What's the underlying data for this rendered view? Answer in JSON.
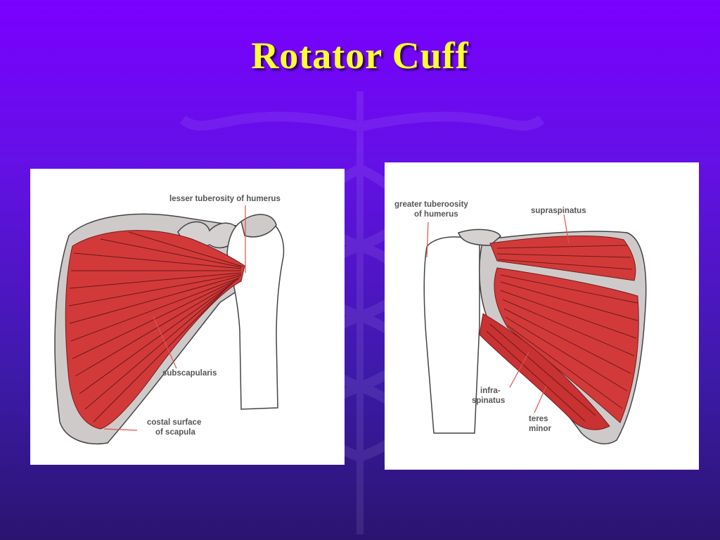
{
  "slide": {
    "title": "Rotator Cuff",
    "colors": {
      "background_top": "#7a00ff",
      "background_bottom": "#2a1470",
      "title": "#ffff33",
      "muscle": "#d23a3a",
      "bone": "#cfcaca",
      "leader_line": "#e05050"
    },
    "watermark_icon": "caduceus-icon"
  },
  "left_diagram": {
    "view": "anterior",
    "labels": {
      "lesser_tuberosity": "lesser tuberosity of humerus",
      "subscapularis": "subscapularis",
      "costal_surface_line1": "costal surface",
      "costal_surface_line2": "of scapula"
    }
  },
  "right_diagram": {
    "view": "posterior",
    "labels": {
      "greater_tuberosity_line1": "greater tuberoosity",
      "greater_tuberosity_line2": "of humerus",
      "supraspinatus": "supraspinatus",
      "infraspinatus_line1": "infra-",
      "infraspinatus_line2": "spinatus",
      "teres_minor_line1": "teres",
      "teres_minor_line2": "minor"
    }
  }
}
